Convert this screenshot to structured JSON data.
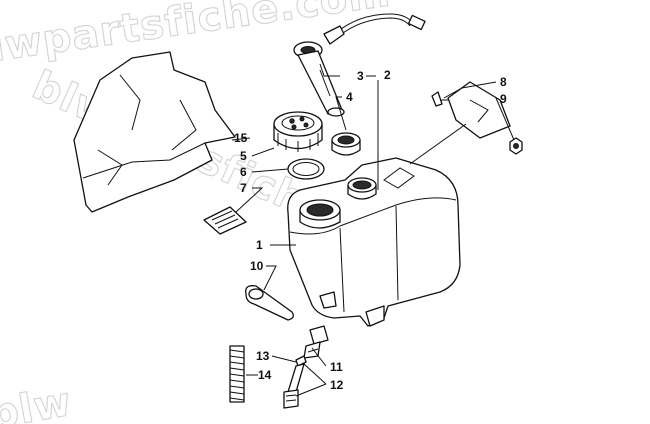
{
  "watermark": {
    "text": "blwpartsfiche.com",
    "fragment_top": "blwpartsfiche.com",
    "fragment_bottom": "blw"
  },
  "callouts": [
    {
      "id": "1",
      "label": "1"
    },
    {
      "id": "2",
      "label": "2"
    },
    {
      "id": "3",
      "label": "3"
    },
    {
      "id": "4",
      "label": "4"
    },
    {
      "id": "5",
      "label": "5"
    },
    {
      "id": "6",
      "label": "6"
    },
    {
      "id": "7",
      "label": "7"
    },
    {
      "id": "8",
      "label": "8"
    },
    {
      "id": "9",
      "label": "9"
    },
    {
      "id": "10",
      "label": "10"
    },
    {
      "id": "11",
      "label": "11"
    },
    {
      "id": "12",
      "label": "12"
    },
    {
      "id": "13",
      "label": "13"
    },
    {
      "id": "14",
      "label": "14"
    },
    {
      "id": "15",
      "label": "15"
    }
  ],
  "colors": {
    "line": "#111111",
    "watermark": "#d3d3d3",
    "background": "#ffffff"
  }
}
